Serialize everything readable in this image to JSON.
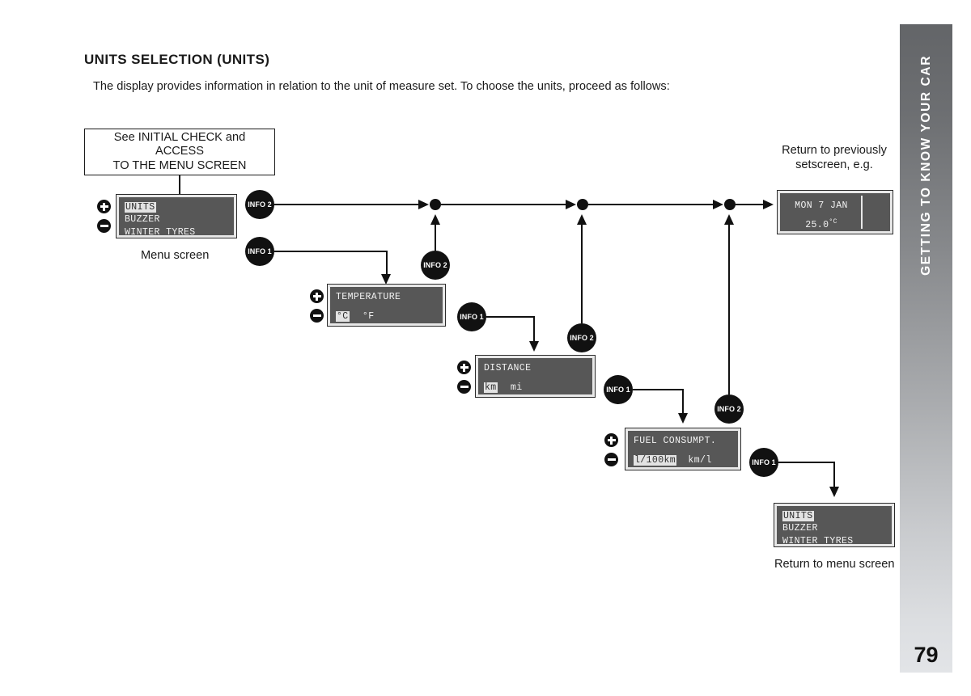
{
  "section": {
    "title": "UNITS SELECTION (UNITS)",
    "intro": "The display provides information in relation to the unit of measure set. To choose the units, proceed as follows:"
  },
  "side_tab": {
    "label": "GETTING TO KNOW YOUR CAR",
    "page_number": "79",
    "gradient_top": "#636568",
    "gradient_bottom": "#e2e4e7"
  },
  "reference_box": {
    "line1": "See INITIAL CHECK and ACCESS",
    "line2": "TO THE MENU SCREEN"
  },
  "captions": {
    "menu_screen": "Menu screen",
    "return_previous_line1": "Return to previously",
    "return_previous_line2": "setscreen, e.g.",
    "return_menu": "Return to menu screen"
  },
  "buttons": {
    "info2": "INFO 2",
    "info1": "INFO 1",
    "plus": "plus",
    "minus": "minus"
  },
  "screens": {
    "menu": {
      "title": "Menu screen",
      "rows": [
        {
          "text": "UNITS",
          "highlighted": true
        },
        {
          "text": "BUZZER",
          "highlighted": false
        },
        {
          "text": "WINTER TYRES",
          "highlighted": false
        }
      ]
    },
    "temperature": {
      "title": "TEMPERATURE",
      "options": [
        {
          "text": "°C",
          "highlighted": true
        },
        {
          "text": "°F",
          "highlighted": false
        }
      ]
    },
    "distance": {
      "title": "DISTANCE",
      "options": [
        {
          "text": "km",
          "highlighted": true
        },
        {
          "text": "mi",
          "highlighted": false
        }
      ]
    },
    "fuel": {
      "title": "FUEL CONSUMPT.",
      "options": [
        {
          "text": "l/100km",
          "highlighted": true
        },
        {
          "text": "km/l",
          "highlighted": false
        }
      ]
    },
    "set_screen": {
      "line1": "MON 7 JAN",
      "line2": "25.0",
      "unit": "°C"
    },
    "menu_return": {
      "rows": [
        {
          "text": "UNITS",
          "highlighted": true
        },
        {
          "text": "BUZZER",
          "highlighted": false
        },
        {
          "text": "WINTER TYRES",
          "highlighted": false
        }
      ]
    }
  },
  "colors": {
    "lcd_background": "#575757",
    "lcd_text": "#f2f2f2",
    "lcd_highlight_bg": "#e3e3e3",
    "lcd_highlight_text": "#2e2e2e",
    "line": "#111111",
    "badge": "#111111"
  }
}
